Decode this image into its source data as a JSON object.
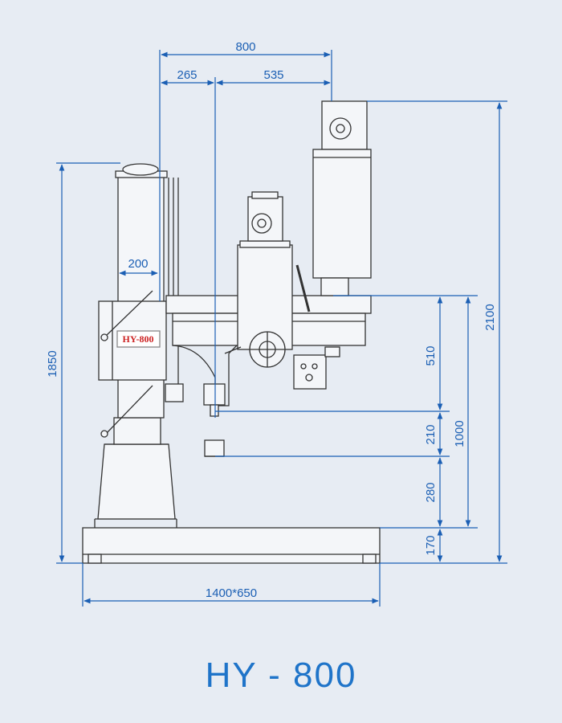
{
  "model_label": "HY-800",
  "title": "HY - 800",
  "dimensions": {
    "d800": "800",
    "d265": "265",
    "d535": "535",
    "d200": "200",
    "d1850": "1850",
    "d2100": "2100",
    "d510": "510",
    "d210": "210",
    "d1000": "1000",
    "d280": "280",
    "d170": "170",
    "base": "1400*650"
  },
  "colors": {
    "background": "#e7ecf3",
    "dimension_blue": "#1b5fb4",
    "machine_outline": "#333333",
    "label_red": "#cc2222"
  }
}
